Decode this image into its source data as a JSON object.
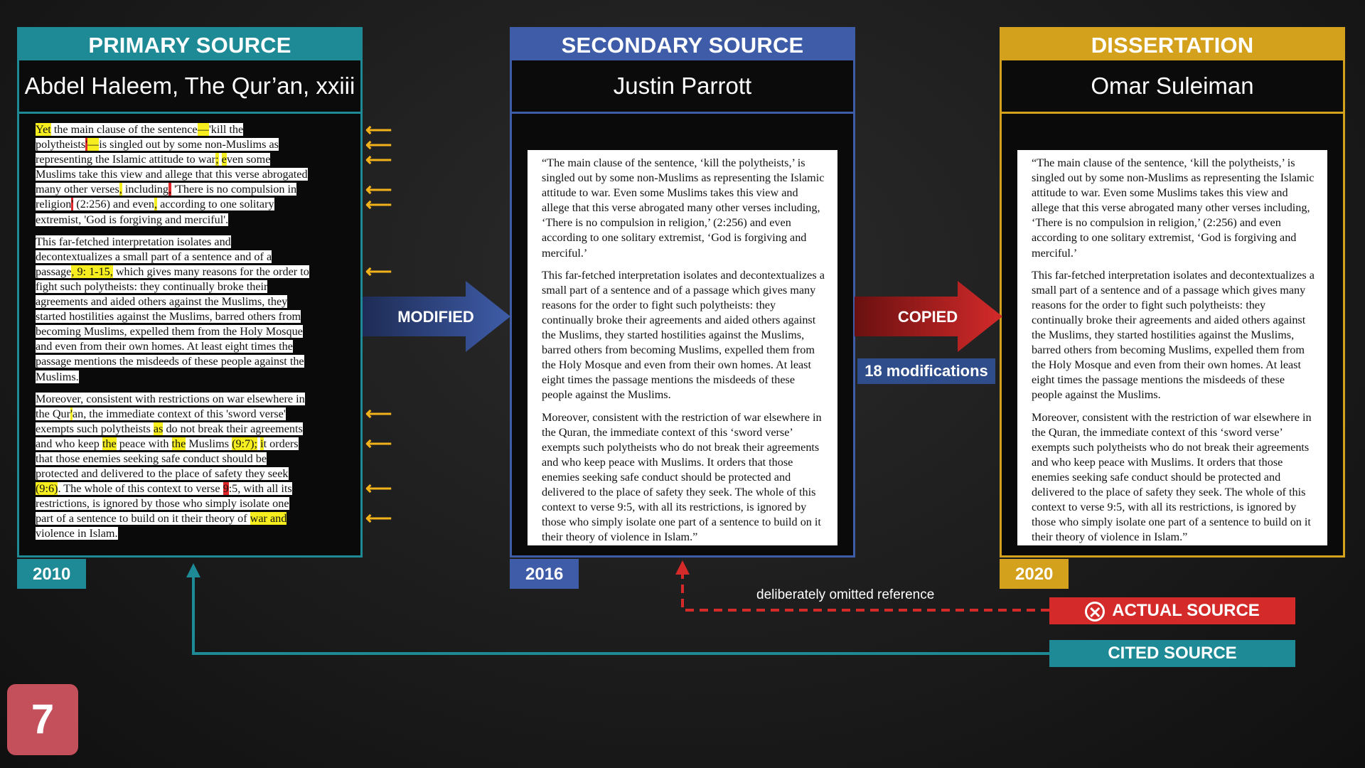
{
  "colors": {
    "primary": "#1d8a95",
    "secondary": "#3e5ca8",
    "dissertation": "#d4a11c",
    "copied": "#c62828",
    "cited": "#1d8a95",
    "highlight_yellow": "#f6ee1e",
    "highlight_red": "#e0262b",
    "arrow_yellow": "#f2b21b"
  },
  "primary": {
    "header": "PRIMARY SOURCE",
    "name": "Abdel Haleem, The Qur’an, xxiii",
    "year": "2010",
    "lines": [
      [
        [
          "Yet",
          "y"
        ],
        [
          " the main clause of the sentence",
          ""
        ],
        [
          "—",
          "y"
        ],
        [
          "'kill the",
          ""
        ]
      ],
      [
        [
          "polytheists",
          ""
        ],
        [
          "'",
          "r"
        ],
        [
          "—",
          "y"
        ],
        [
          "is singled out by some non-Muslims as",
          ""
        ]
      ],
      [
        [
          "representing the Islamic attitude to war",
          ""
        ],
        [
          ";",
          "y"
        ],
        [
          " ",
          ""
        ],
        [
          "e",
          "y"
        ],
        [
          "ven some",
          ""
        ]
      ],
      [
        [
          "Muslims take this view and allege that this verse abrogated",
          ""
        ]
      ],
      [
        [
          "many other verses",
          ""
        ],
        [
          ",",
          "y"
        ],
        [
          " including",
          ""
        ],
        [
          ",",
          "r"
        ],
        [
          " 'There is no compulsion in",
          ""
        ]
      ],
      [
        [
          "religion",
          ""
        ],
        [
          "'",
          "r"
        ],
        [
          " (2:256) and even",
          ""
        ],
        [
          ",",
          "y"
        ],
        [
          " according to one solitary",
          ""
        ]
      ],
      [
        [
          "extremist, 'God is forgiving and merciful'.",
          ""
        ]
      ],
      [
        "gap"
      ],
      [
        [
          "This far-fetched interpretation isolates and",
          ""
        ]
      ],
      [
        [
          "decontextualizes a small part of a sentence and of a",
          ""
        ]
      ],
      [
        [
          "passage",
          ""
        ],
        [
          ", 9: 1-15,",
          "y"
        ],
        [
          " which gives many reasons for the order to",
          ""
        ]
      ],
      [
        [
          "fight such polytheists: they continually broke their",
          ""
        ]
      ],
      [
        [
          "agreements and aided others against the Muslims, they",
          ""
        ]
      ],
      [
        [
          "started hostilities against the Muslims, barred others from",
          ""
        ]
      ],
      [
        [
          "becoming Muslims, expelled them from the Holy Mosque",
          ""
        ]
      ],
      [
        [
          "and even from their own homes. At least eight times the",
          ""
        ]
      ],
      [
        [
          "passage mentions the misdeeds of these people against the",
          ""
        ]
      ],
      [
        [
          "Muslims.",
          ""
        ]
      ],
      [
        "gap"
      ],
      [
        [
          "Moreover, consistent with restrictions on war elsewhere in",
          ""
        ]
      ],
      [
        [
          "the Qur",
          ""
        ],
        [
          "'",
          "y"
        ],
        [
          "an, the immediate context of this 'sword verse'",
          ""
        ]
      ],
      [
        [
          "exempts such polytheists ",
          ""
        ],
        [
          "as",
          "y"
        ],
        [
          " do not break their agreements",
          ""
        ]
      ],
      [
        [
          "and who keep ",
          ""
        ],
        [
          "the",
          "y"
        ],
        [
          " peace with ",
          ""
        ],
        [
          "the",
          "y"
        ],
        [
          " Muslims ",
          ""
        ],
        [
          "(9:7);",
          "y"
        ],
        [
          " ",
          ""
        ],
        [
          "i",
          "y"
        ],
        [
          "t orders",
          ""
        ]
      ],
      [
        [
          "that those enemies seeking safe conduct should be",
          ""
        ]
      ],
      [
        [
          "protected and delivered to the place of safety they seek",
          ""
        ]
      ],
      [
        [
          "(9:6)",
          "y"
        ],
        [
          ". The whole of this context to verse ",
          ""
        ],
        [
          "9",
          "r"
        ],
        [
          ":5, with all its",
          ""
        ]
      ],
      [
        [
          "restrictions, is ignored by those who simply isolate one",
          ""
        ]
      ],
      [
        [
          "part of a sentence to build on it their theory of ",
          ""
        ],
        [
          "war and",
          "y"
        ]
      ],
      [
        [
          "violence in Islam.",
          ""
        ]
      ]
    ]
  },
  "secondary": {
    "header": "SECONDARY SOURCE",
    "name": "Justin Parrott",
    "year": "2016",
    "paragraphs": [
      "“The main clause of the sentence, ‘kill the polytheists,’ is singled out by some non-Muslims as representing the Islamic attitude to war. Even some Muslims takes this view and allege that this verse abrogated many other verses including, ‘There is no compulsion in religion,’ (2:256) and even according to one solitary extremist, ‘God is forgiving and merciful.’",
      "This far-fetched interpretation isolates and decontextualizes a small part of a sentence and of a passage which gives many reasons for the order to fight such polytheists: they continually broke their agreements and aided others against the Muslims, they started hostilities against the Muslims, barred others from becoming Muslims, expelled them from the Holy Mosque and even from their own homes. At least eight times the passage mentions the misdeeds of these people against the Muslims.",
      "Moreover, consistent with the restriction of war elsewhere in the Quran, the immediate context of this ‘sword verse’ exempts such polytheists who do not break their agreements and who keep peace with Muslims. It orders that those enemies seeking safe conduct should be protected and delivered to the place of safety they seek. The whole of this context to verse 9:5, with all its restrictions, is ignored by those who simply isolate one part of a sentence to build on it their theory of violence in Islam.”"
    ]
  },
  "dissertation": {
    "header": "DISSERTATION",
    "name": "Omar Suleiman",
    "year": "2020",
    "paragraphs": [
      "“The main clause of the sentence, ‘kill the polytheists,’ is singled out by some non-Muslims as representing the Islamic attitude to war. Even some Muslims takes this view and allege that this verse abrogated many other verses including, ‘There is no compulsion in religion,’ (2:256) and even according to one solitary extremist, ‘God is forgiving and merciful.’",
      "This far-fetched interpretation isolates and decontextualizes a small part of a sentence and of a passage which gives many reasons for the order to fight such polytheists: they continually broke their agreements and aided others against the Muslims, they started hostilities against the Muslims, barred others from becoming Muslims, expelled them from the Holy Mosque and even from their own homes. At least eight times the passage mentions the misdeeds of these people against the Muslims.",
      "Moreover, consistent with the restriction of war elsewhere in the Quran, the immediate context of this ‘sword verse’ exempts such polytheists who do not break their agreements and who keep peace with Muslims. It orders that those enemies seeking safe conduct should be protected and delivered to the place of safety they seek. The whole of this context to verse 9:5, with all its restrictions, is ignored by those who simply isolate one part of a sentence to build on it their theory of violence in Islam.”"
    ]
  },
  "arrows": {
    "modified": "MODIFIED",
    "copied": "COPIED",
    "modifications": "18 modifications"
  },
  "legend": {
    "actual_source": "ACTUAL SOURCE",
    "cited_source": "CITED SOURCE",
    "omitted_reference": "deliberately omitted reference"
  },
  "slide_number": "7"
}
